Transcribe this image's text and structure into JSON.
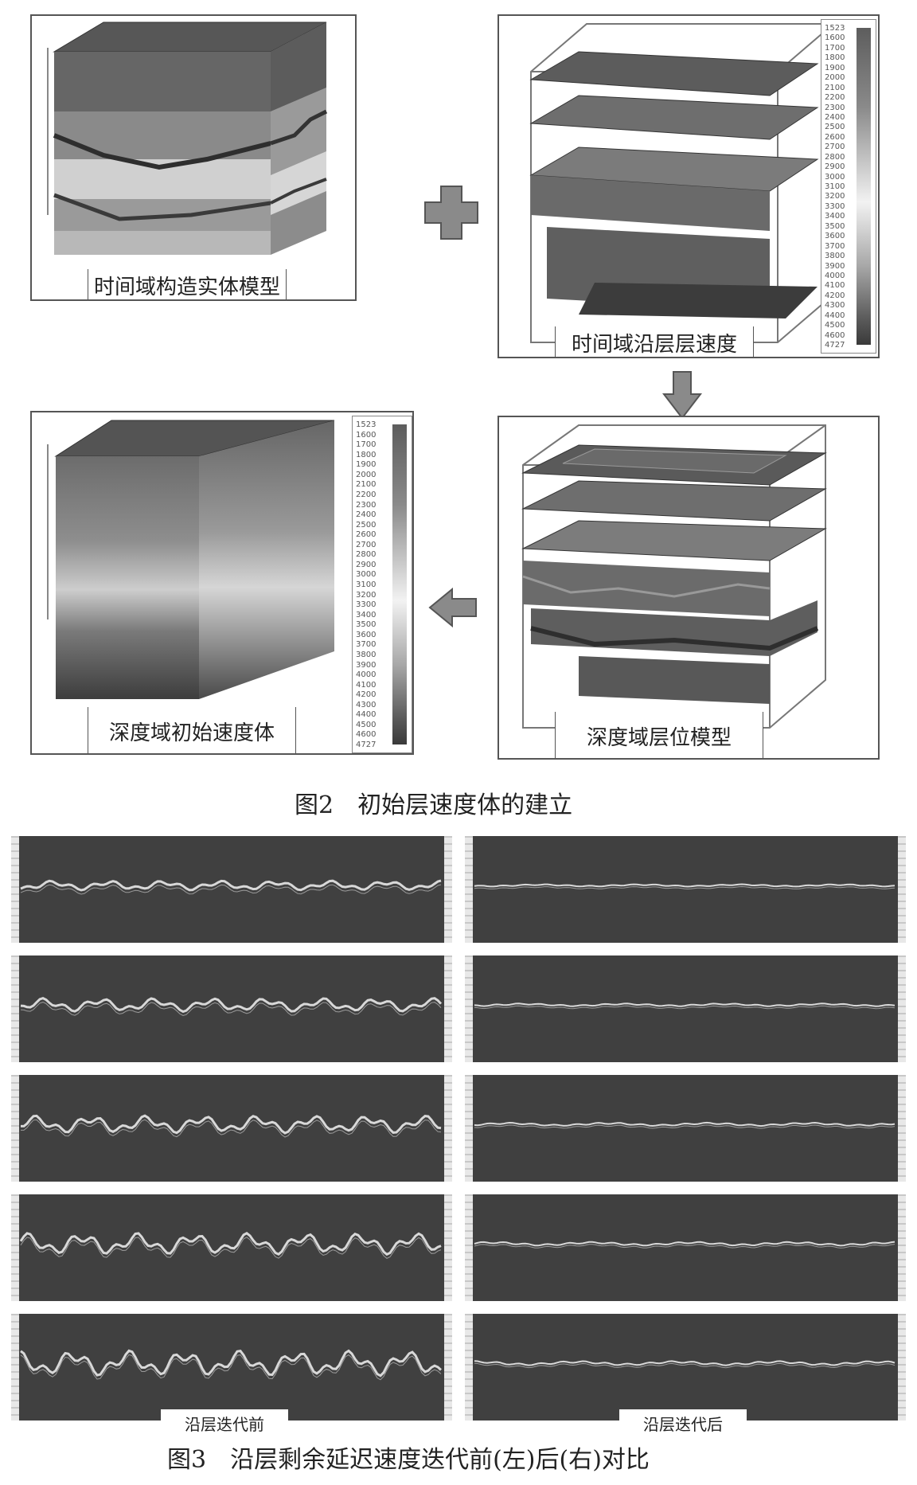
{
  "figure2": {
    "panels": {
      "tl": {
        "caption": "时间域构造实体模型"
      },
      "tr": {
        "caption": "时间域沿层层速度"
      },
      "bl": {
        "caption": "深度域初始速度体"
      },
      "br": {
        "caption": "深度域层位模型"
      }
    },
    "colorbar_ticks": [
      "1523",
      "1600",
      "1700",
      "1800",
      "1900",
      "2000",
      "2100",
      "2200",
      "2300",
      "2400",
      "2500",
      "2600",
      "2700",
      "2800",
      "2900",
      "3000",
      "3100",
      "3200",
      "3300",
      "3400",
      "3500",
      "3600",
      "3700",
      "3800",
      "3900",
      "4000",
      "4100",
      "4200",
      "4300",
      "4400",
      "4500",
      "4600",
      "4727"
    ],
    "caption": "图2　初始层速度体的建立"
  },
  "figure3": {
    "label_left": "沿层迭代前",
    "label_right": "沿层迭代后",
    "caption": "图3　沿层剩余延迟速度迭代前(左)后(右)对比",
    "rows": 5,
    "colors": {
      "strip_bg": "#404040",
      "event": "#d8d8d8"
    }
  }
}
